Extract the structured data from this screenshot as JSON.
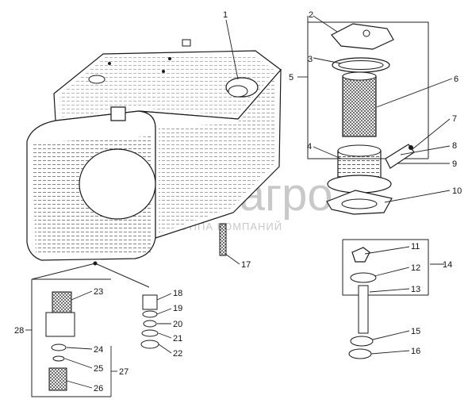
{
  "labels": {
    "l1": "1",
    "l2": "2",
    "l3": "3",
    "l4": "4",
    "l5": "5",
    "l6": "6",
    "l7": "7",
    "l8": "8",
    "l9": "9",
    "l10": "10",
    "l11": "11",
    "l12": "12",
    "l13": "13",
    "l14": "14",
    "l15": "15",
    "l16": "16",
    "l17": "17",
    "l18": "18",
    "l19": "19",
    "l20": "20",
    "l21": "21",
    "l22": "22",
    "l23": "23",
    "l24": "24",
    "l25": "25",
    "l26": "26",
    "l27": "27",
    "l28": "28"
  },
  "watermark": {
    "brand": "белагро",
    "tagline": "ГРУППА КОМПАНИЙ"
  },
  "colors": {
    "line": "#1a1a1a",
    "watermark": "#c9c9c9"
  }
}
